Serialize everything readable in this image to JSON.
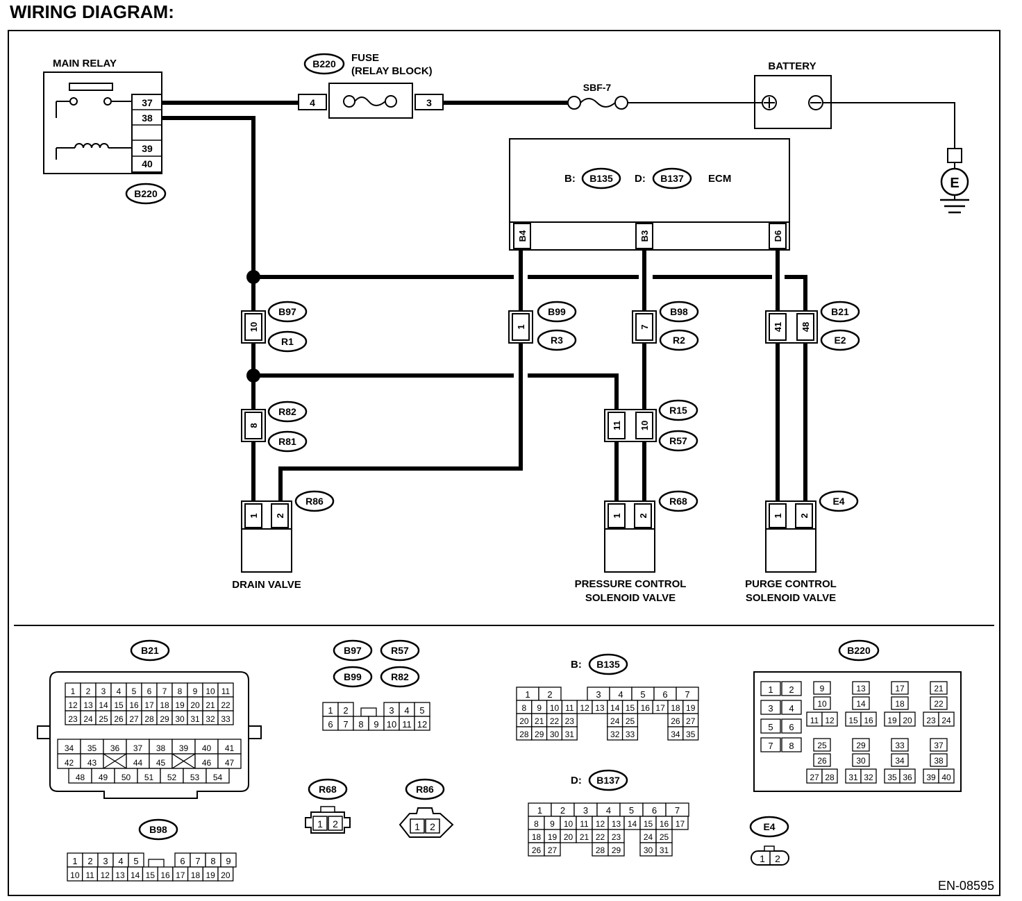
{
  "title": "WIRING DIAGRAM:",
  "figure_id": "EN-08595",
  "components": {
    "main_relay": "MAIN RELAY",
    "fuse_line1": "FUSE",
    "fuse_line2": "(RELAY BLOCK)",
    "sbf": "SBF-7",
    "battery": "BATTERY",
    "ground": "E",
    "ecm": "ECM",
    "ecm_b_prefix": "B:",
    "ecm_d_prefix": "D:",
    "drain_valve": "DRAIN VALVE",
    "pcsv_line1": "PRESSURE CONTROL",
    "pcsv_line2": "SOLENOID VALVE",
    "purge_line1": "PURGE CONTROL",
    "purge_line2": "SOLENOID VALVE"
  },
  "relay_pins": [
    "37",
    "38",
    "39",
    "40"
  ],
  "fuse_pins": [
    "4",
    "3"
  ],
  "ecm_pins": [
    "B4",
    "B3",
    "D6"
  ],
  "connectors": {
    "B220": "B220",
    "B135": "B135",
    "B137": "B137",
    "B97": "B97",
    "R1": "R1",
    "B99": "B99",
    "R3": "R3",
    "B98": "B98",
    "R2": "R2",
    "B21": "B21",
    "E2": "E2",
    "R82": "R82",
    "R81": "R81",
    "R15": "R15",
    "R57": "R57",
    "R86": "R86",
    "R68": "R68",
    "E4": "E4"
  },
  "junction_pins": {
    "b97": "10",
    "b99": "1",
    "b98": "7",
    "b21_a": "41",
    "b21_b": "48",
    "r82": "8",
    "r15_a": "11",
    "r15_b": "10"
  },
  "component_pins": [
    "1",
    "2"
  ],
  "legend": {
    "b_prefix": "B:",
    "d_prefix": "D:",
    "b21_rows": [
      [
        "1",
        "2",
        "3",
        "4",
        "5",
        "6",
        "7",
        "8",
        "9",
        "10",
        "11"
      ],
      [
        "12",
        "13",
        "14",
        "15",
        "16",
        "17",
        "18",
        "19",
        "20",
        "21",
        "22"
      ],
      [
        "23",
        "24",
        "25",
        "26",
        "27",
        "28",
        "29",
        "30",
        "31",
        "32",
        "33"
      ],
      [
        "34",
        "35",
        "36",
        "37",
        "38",
        "39",
        "40",
        "41"
      ],
      [
        "42",
        "43",
        "",
        "44",
        "45",
        "",
        "46",
        "47"
      ],
      [
        "48",
        "49",
        "50",
        "51",
        "52",
        "53",
        "54"
      ]
    ],
    "b97_rows": [
      [
        "1",
        "2",
        "",
        "3",
        "4",
        "5"
      ],
      [
        "6",
        "7",
        "8",
        "9",
        "10",
        "11",
        "12"
      ]
    ],
    "b135_rows": [
      [
        "1",
        "2",
        "",
        "",
        "3",
        "4",
        "5",
        "6",
        "7"
      ],
      [
        "8",
        "9",
        "10",
        "11",
        "12",
        "13",
        "14",
        "15",
        "16",
        "17",
        "18",
        "19"
      ],
      [
        "20",
        "21",
        "22",
        "23",
        "",
        "",
        "24",
        "25",
        "",
        "",
        "26",
        "27"
      ],
      [
        "28",
        "29",
        "30",
        "31",
        "",
        "",
        "32",
        "33",
        "",
        "",
        "34",
        "35"
      ]
    ],
    "b137_rows": [
      [
        "1",
        "2",
        "3",
        "4",
        "5",
        "6",
        "7"
      ],
      [
        "8",
        "9",
        "10",
        "11",
        "12",
        "13",
        "14",
        "15",
        "16",
        "17"
      ],
      [
        "18",
        "19",
        "20",
        "21",
        "22",
        "23",
        "",
        "24",
        "25"
      ],
      [
        "26",
        "27",
        "",
        "",
        "28",
        "29",
        "",
        "30",
        "31"
      ]
    ],
    "b220_groups": [
      [
        "1",
        "2",
        "3",
        "4",
        "5",
        "6",
        "7",
        "8"
      ],
      [
        "9",
        "10",
        "11",
        "12"
      ],
      [
        "13",
        "14",
        "15",
        "16"
      ],
      [
        "17",
        "18",
        "19",
        "20"
      ],
      [
        "21",
        "22",
        "23",
        "24"
      ],
      [
        "25",
        "26",
        "27",
        "28"
      ],
      [
        "29",
        "30",
        "31",
        "32"
      ],
      [
        "33",
        "34",
        "35",
        "36"
      ],
      [
        "37",
        "38",
        "39",
        "40"
      ]
    ],
    "b98_rows": [
      [
        "1",
        "2",
        "3",
        "4",
        "5",
        "",
        "6",
        "7",
        "8",
        "9"
      ],
      [
        "10",
        "11",
        "12",
        "13",
        "14",
        "15",
        "16",
        "17",
        "18",
        "19",
        "20"
      ]
    ],
    "two_pin": [
      "1",
      "2"
    ]
  }
}
